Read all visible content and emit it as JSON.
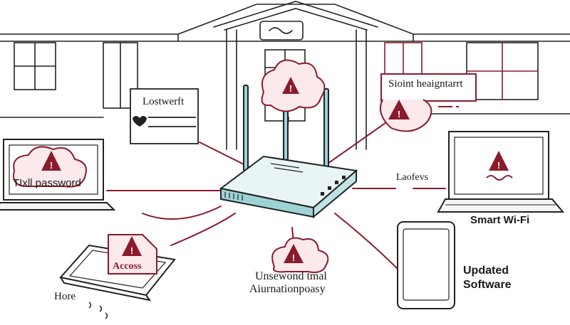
{
  "labels": {
    "top_center": "Sioint heaigntarrt",
    "top_left": "Lostwerft",
    "left_laptop": "TIxll password",
    "right_mid": "Laofevs",
    "smart_wifi": "Smart Wi-Fi",
    "tablet": "Accoss",
    "hore": "Hore",
    "bottom_line1": "Unsewond tmal",
    "bottom_line2": "Aiurnationpoasy",
    "updated_line1": "Updated",
    "updated_line2": "Software"
  },
  "colors": {
    "ink": "#1a1a1a",
    "warning": "#8a1b2c",
    "cloud_fill": "#fbe9ec",
    "router": "#9ed3d6"
  },
  "icons": [
    "house-sketch",
    "router",
    "warning-icon",
    "laptop",
    "tablet",
    "smartphone",
    "heart-icon"
  ]
}
